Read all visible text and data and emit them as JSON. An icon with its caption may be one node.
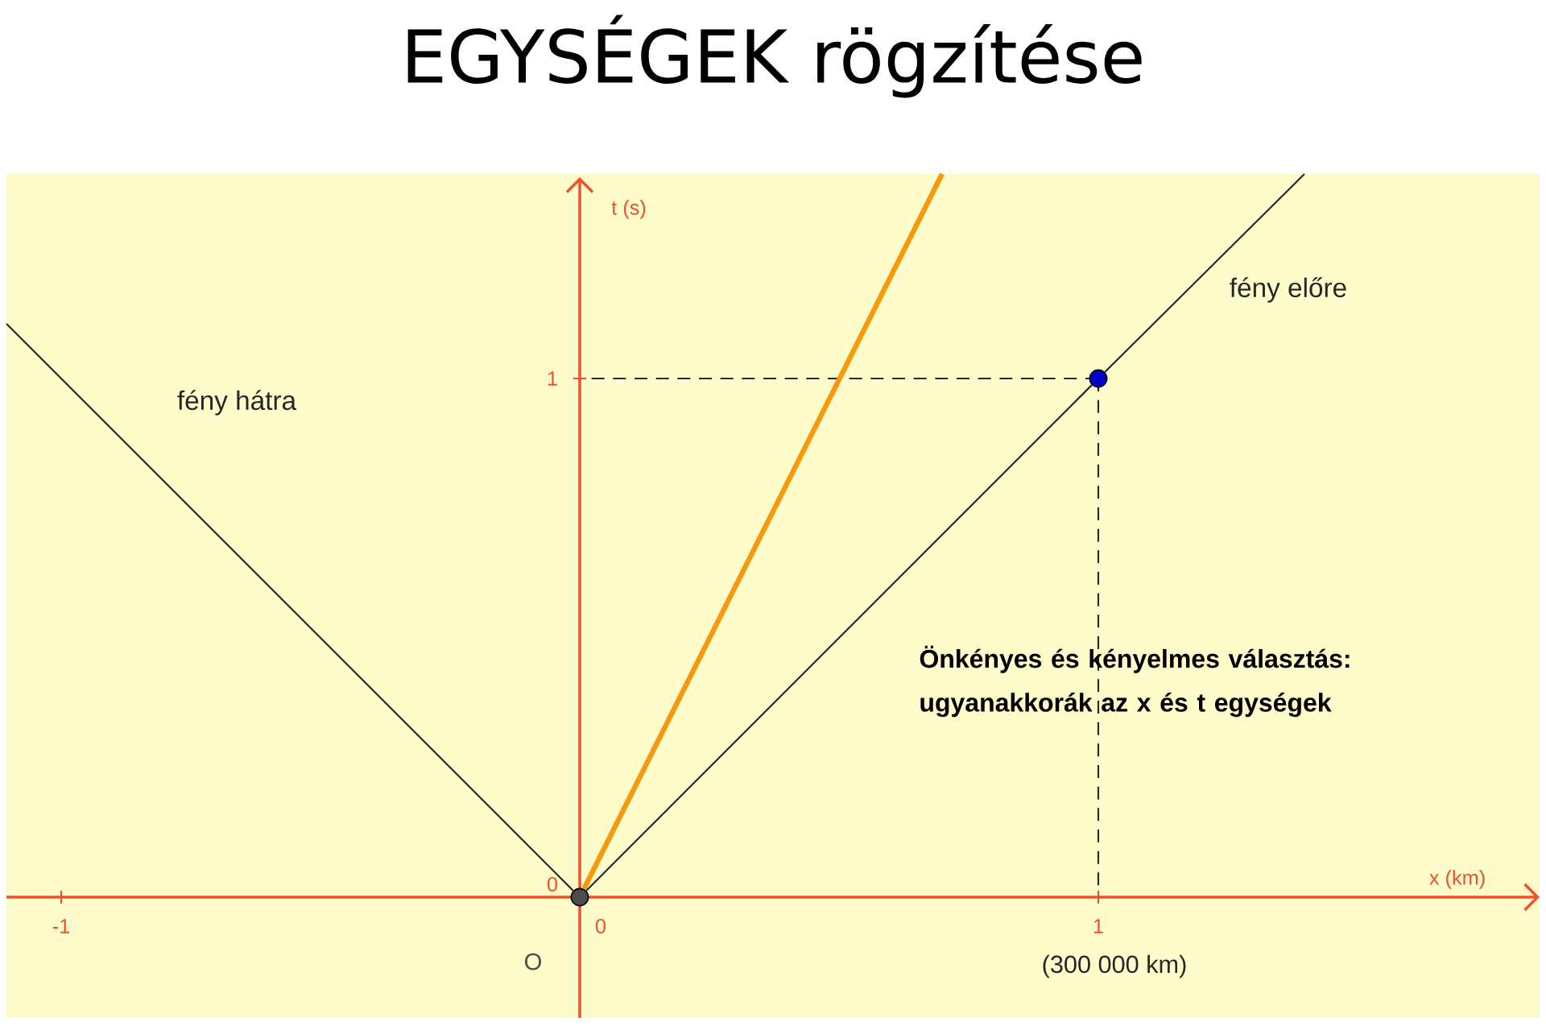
{
  "diagram": {
    "title": "EGYSÉGEK rögzítése",
    "nodes": [
      {
        "text": [],
        "shape": "circle",
        "beside": [
          "O"
        ]
      },
      {
        "text": [],
        "shape": "circle"
      }
    ],
    "edges": [
      {
        "from": 0,
        "to": null,
        "arrow": "none",
        "label": "fény hátra"
      },
      {
        "from": 0,
        "to": 1,
        "arrow": "none"
      },
      {
        "from": 1,
        "to": null,
        "arrow": "none",
        "label": "fény előre"
      },
      {
        "from": 0,
        "to": null,
        "arrow": "none",
        "style": "thick",
        "color": "#f59a0c"
      }
    ],
    "labels": [
      "t (s)",
      "1",
      "x (km)",
      "0",
      "-1",
      "0",
      "1",
      "(300 000 km)",
      "Önkényes és kényelmes választás: ugyanakkorák az x és t egységek"
    ]
  }
}
